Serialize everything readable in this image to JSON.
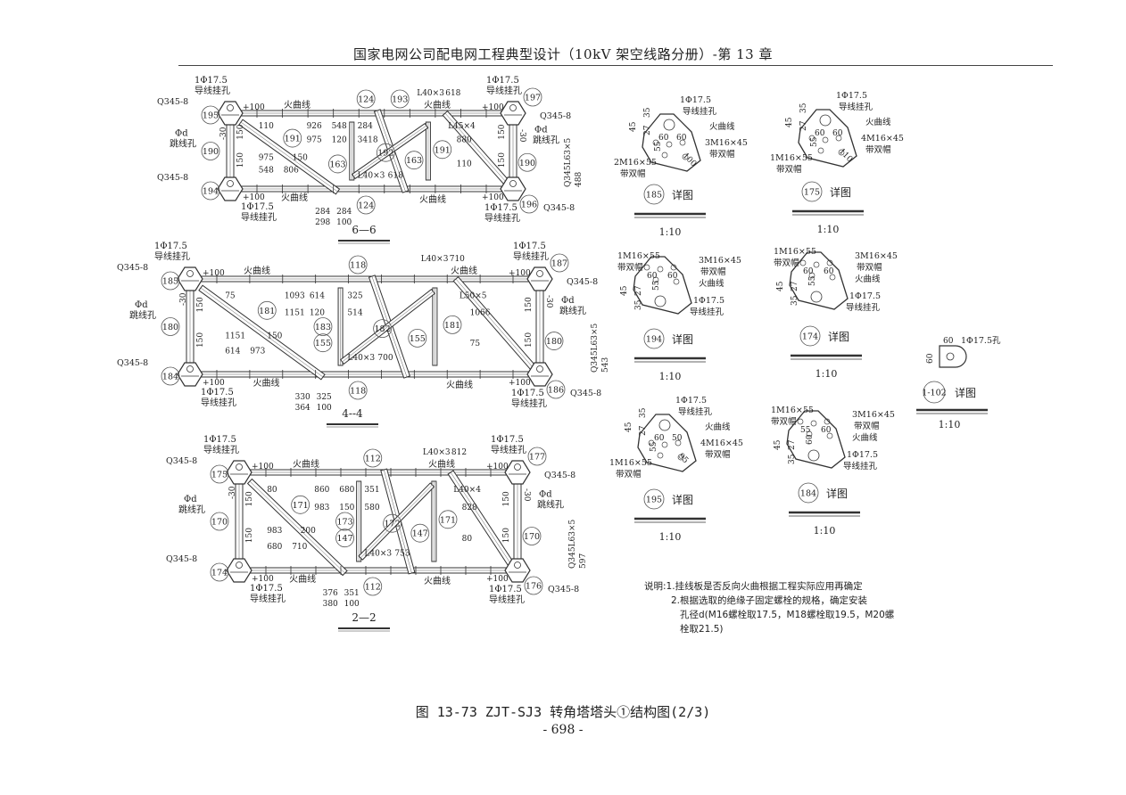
{
  "header": {
    "title": "国家电网公司配电网工程典型设计（10kV 架空线路分册）-第 13 章"
  },
  "caption": "图 13-73  ZJT-SJ3 转角塔塔头①结构图(2/3)",
  "page_number": "- 698 -",
  "common": {
    "hole": "1Φ17.5",
    "hole_label": "导线挂孔",
    "plate": "Q345-8",
    "jumper": "Φd",
    "jumper_label": "跳线孔",
    "bend": "火曲线",
    "plus100": "+100",
    "five": "5",
    "d150": "150",
    "d30": "-30",
    "detail": "详图",
    "scale": "1:10"
  },
  "views": [
    {
      "section": "6—6",
      "parts": {
        "tl": "195",
        "ml": "190",
        "bl": "194",
        "tr": "197",
        "mr": "190",
        "br": "196",
        "top": "124",
        "bottom": "124",
        "diag_l": "191",
        "diag_r": "191",
        "center": "192",
        "post_l": "163",
        "post_r": "163",
        "extra": "193"
      },
      "dims": [
        "L40×3",
        "618",
        "926",
        "975",
        "548",
        "120",
        "975",
        "548",
        "806",
        "150",
        "284",
        "3418",
        "L45×4",
        "880",
        "110",
        "110",
        "284",
        "284",
        "298",
        "100",
        "Q345L63×5",
        "488",
        "L40×3",
        "618"
      ]
    },
    {
      "section": "4--4",
      "parts": {
        "tl": "185",
        "ml": "180",
        "bl": "184",
        "tr": "187",
        "mr": "180",
        "br": "186",
        "top": "118",
        "bottom": "118",
        "diag_l": "181",
        "diag_r": "181",
        "center": "182",
        "post_l": "155",
        "post_r": "155",
        "extra": "183"
      },
      "dims": [
        "L40×3",
        "710",
        "1093",
        "1151",
        "614",
        "120",
        "1151",
        "614",
        "973",
        "150",
        "325",
        "514",
        "L50×5",
        "1066",
        "75",
        "75",
        "330",
        "325",
        "364",
        "100",
        "Q345L63×5",
        "543",
        "L40×3",
        "700"
      ]
    },
    {
      "section": "2—2",
      "parts": {
        "tl": "175",
        "ml": "170",
        "bl": "174",
        "tr": "177",
        "mr": "170",
        "br": "176",
        "top": "112",
        "bottom": "112",
        "diag_l": "171",
        "diag_r": "171",
        "center": "172",
        "post_l": "147",
        "post_r": "147",
        "extra": "173"
      },
      "dims": [
        "L40×3",
        "812",
        "860",
        "983",
        "680",
        "150",
        "983",
        "680",
        "710",
        "200",
        "351",
        "580",
        "L40×4",
        "828",
        "80",
        "80",
        "376",
        "351",
        "380",
        "100",
        "Q345L63×5",
        "597",
        "L40×3",
        "753"
      ]
    }
  ],
  "details": [
    {
      "id": "185",
      "type": "top",
      "hole": [
        "1Φ17.5",
        "导线挂孔"
      ],
      "bend": "火曲线",
      "bolt_a": [
        "3M16×45",
        "带双帽"
      ],
      "bolt_b": [
        "2M16×55",
        "带双帽"
      ],
      "dims": [
        "35",
        "45",
        "27",
        "60",
        "60",
        "55",
        "100"
      ]
    },
    {
      "id": "175",
      "type": "top",
      "hole": [
        "1Φ17.5",
        "导线挂孔"
      ],
      "bend": "火曲线",
      "bolt_a": [
        "4M16×45",
        "带双帽"
      ],
      "bolt_b": [
        "1M16×55",
        "带双帽"
      ],
      "dims": [
        "35",
        "45",
        "27",
        "60",
        "60",
        "55",
        "110"
      ]
    },
    {
      "id": "194",
      "type": "bottom",
      "hole": [
        "1Φ17.5",
        "导线挂孔"
      ],
      "bend": "火曲线",
      "bolt_a": [
        "3M16×45",
        "带双帽"
      ],
      "bolt_b": [
        "1M16×55",
        "带双帽"
      ],
      "dims": [
        "35",
        "45",
        "27",
        "60",
        "55",
        "60"
      ]
    },
    {
      "id": "174",
      "type": "bottom",
      "hole": [
        "1Φ17.5",
        "导线挂孔"
      ],
      "bend": "火曲线",
      "bolt_a": [
        "3M16×45",
        "带双帽"
      ],
      "bolt_b": [
        "1M16×55",
        "带双帽"
      ],
      "dims": [
        "35",
        "45",
        "27",
        "60",
        "55",
        "60"
      ]
    },
    {
      "id": "195",
      "type": "top",
      "hole": [
        "1Φ17.5",
        "导线挂孔"
      ],
      "bend": "火曲线",
      "bolt_a": [
        "4M16×45",
        "带双帽"
      ],
      "bolt_b": [
        "1M16×55",
        "带双帽"
      ],
      "dims": [
        "35",
        "45",
        "27",
        "60",
        "50",
        "55",
        "95"
      ]
    },
    {
      "id": "184",
      "type": "bottom",
      "hole": [
        "1Φ17.5",
        "导线挂孔"
      ],
      "bend": "火曲线",
      "bolt_a": [
        "3M16×45",
        "带双帽"
      ],
      "bolt_b": [
        "1M16×55",
        "带双帽"
      ],
      "dims": [
        "35",
        "45",
        "27",
        "55",
        "60",
        "60"
      ]
    }
  ],
  "detail_1102": {
    "id": "1-102",
    "hole": "1Φ17.5孔",
    "dims": [
      "60",
      "60"
    ]
  },
  "notes": {
    "prefix": "说明:",
    "lines": [
      "1.挂线板是否反向火曲根据工程实际应用再确定",
      "2.根据选取的绝缘子固定螺栓的规格，确定安装",
      "孔径d(M16螺栓取17.5，M18螺栓取19.5，M20螺",
      "栓取21.5)"
    ]
  }
}
